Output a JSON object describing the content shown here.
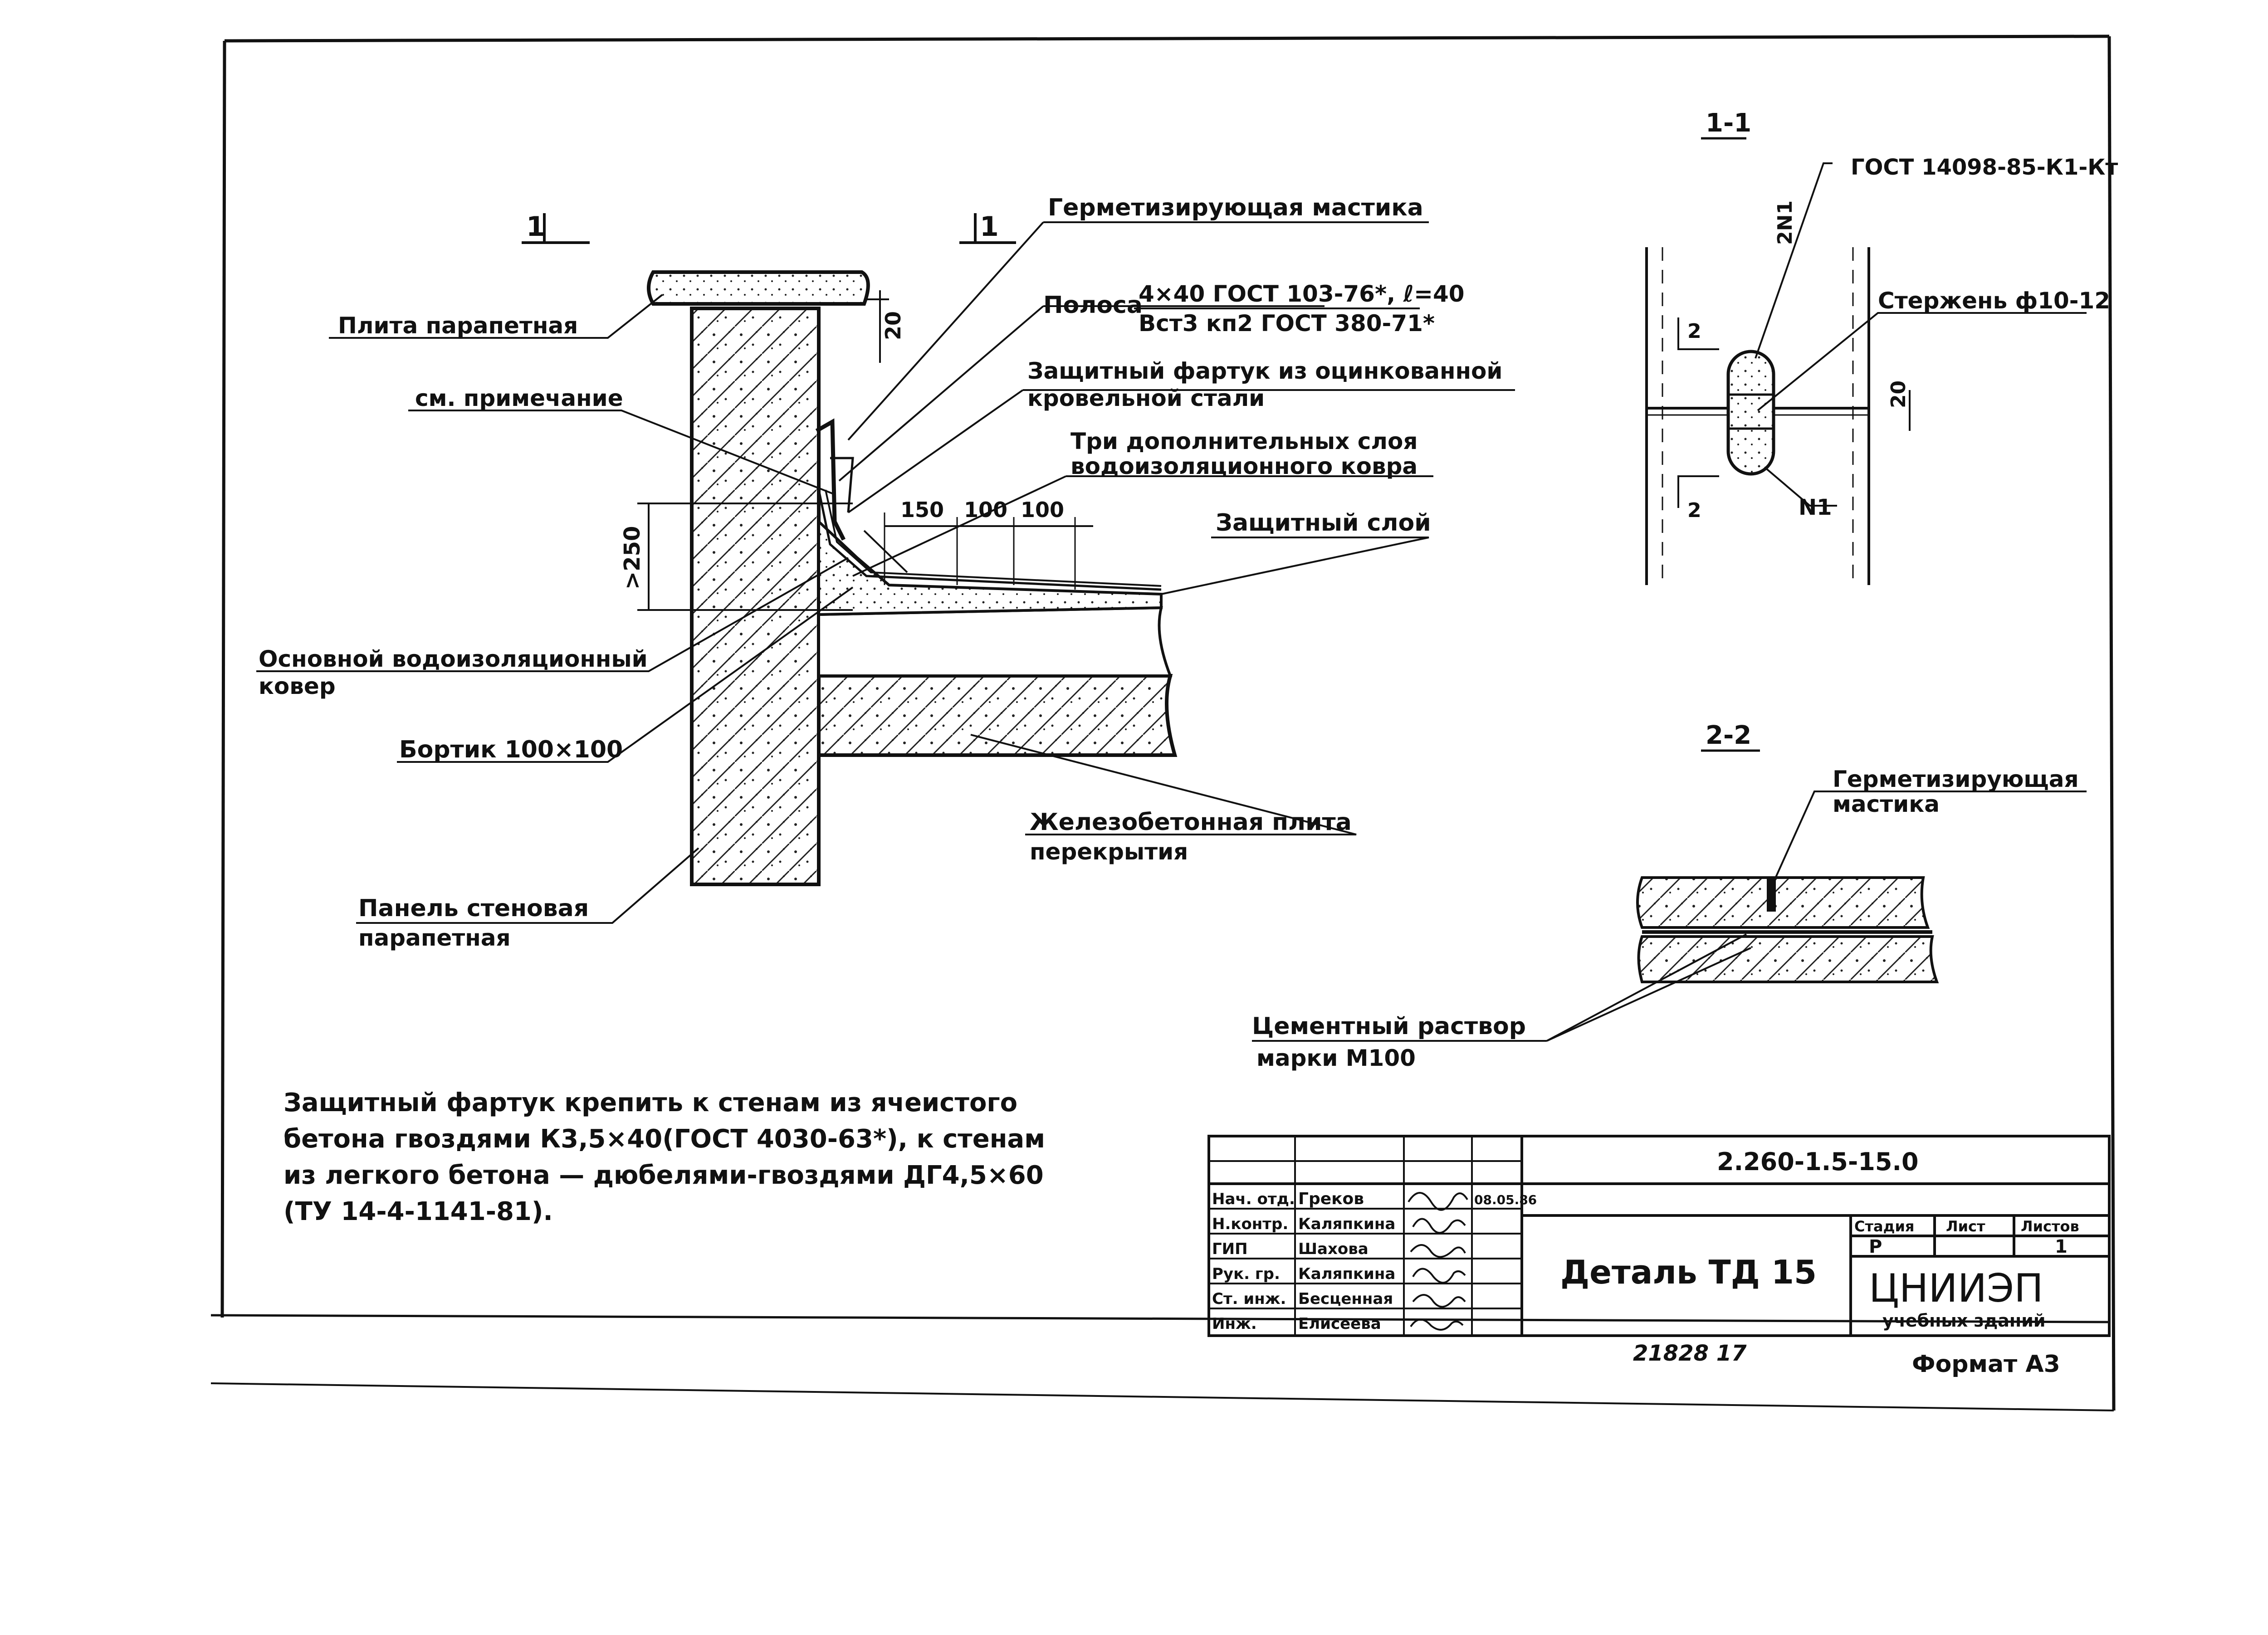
{
  "sheet": {
    "format": "Формат А3",
    "archive": "21828  17"
  },
  "main_view": {
    "section_mark_left": "1",
    "section_mark_right": "1",
    "dims": {
      "top": "20",
      "height": ">250",
      "d1": "150",
      "d2": "100",
      "d3": "100"
    }
  },
  "callouts": {
    "plita_parapetnaya": "Плита парапетная",
    "sm_primechanie": "см. примечание",
    "germetik": "Герметизирующая мастика",
    "polosa_label": "Полоса",
    "polosa_top": "4×40 ГОСТ 103-76*, ℓ=40",
    "polosa_bottom": "Вст3 кп2 ГОСТ 380-71*",
    "fartuk_l1": "Защитный фартук из оцинкованной",
    "fartuk_l2": "кровельной стали",
    "tri_sloya_l1": "Три дополнительных слоя",
    "tri_sloya_l2": "водоизоляционного ковра",
    "zash_sloy": "Защитный слой",
    "osnovnoy_l1": "Основной водоизоляционный",
    "osnovnoy_l2": "ковер",
    "bortik": "Бортик 100×100",
    "zhb_l1": "Железобетонная плита",
    "zhb_l2": "перекрытия",
    "panel_l1": "Панель стеновая",
    "panel_l2": "парапетная"
  },
  "section_1_1": {
    "title": "1-1",
    "gost": "ГОСТ 14098-85-К1-Кт",
    "sterzhen": "Стержень ф10-12",
    "dim_20": "20",
    "n1_top": "2N1",
    "n1": "N1",
    "mark_2a": "2",
    "mark_2b": "2"
  },
  "section_2_2": {
    "title": "2-2",
    "germetik_l1": "Герметизирующая",
    "germetik_l2": "мастика",
    "rastvor_l1": "Цементный раствор",
    "rastvor_l2": "марки М100"
  },
  "note": {
    "l1": "Защитный фартук крепить к стенам из ячеистого",
    "l2": "бетона гвоздями  К3,5×40(ГОСТ 4030-63*), к стенам",
    "l3": "из легкого бетона — дюбелями-гвоздями ДГ4,5×60",
    "l4": "(ТУ 14-4-1141-81)."
  },
  "title_block": {
    "doc_code": "2.260-1.5-15.0",
    "title": "Деталь ТД 15",
    "org_l1": "ЦНИИЭП",
    "org_l2": "учебных зданий",
    "col_stadia": "Стадия",
    "col_list": "Лист",
    "col_listov": "Листов",
    "stadia": "Р",
    "listov": "1",
    "date": "08.05.86",
    "rows": [
      {
        "role": "Нач. отд.",
        "name": "Греков"
      },
      {
        "role": "Н.контр.",
        "name": "Каляпкина"
      },
      {
        "role": "ГИП",
        "name": "Шахова"
      },
      {
        "role": "Рук. гр.",
        "name": "Каляпкина"
      },
      {
        "role": "Ст. инж.",
        "name": "Бесценная"
      },
      {
        "role": "Инж.",
        "name": "Елисеева"
      }
    ]
  }
}
